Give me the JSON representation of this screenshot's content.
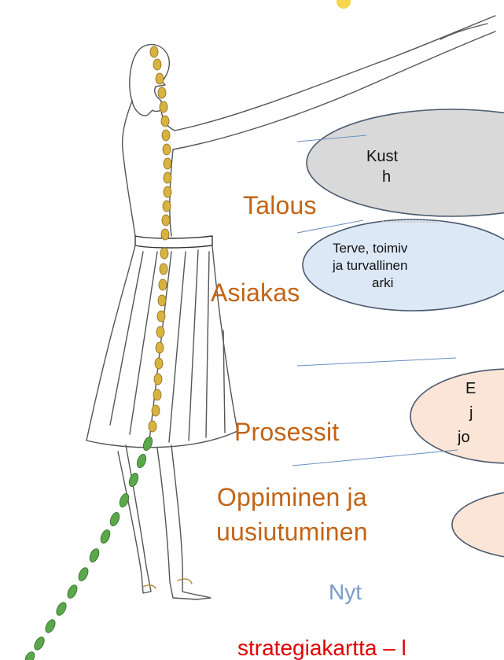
{
  "perspectives": {
    "talous": "Talous",
    "asiakas": "Asiakas",
    "prosessit": "Prosessit",
    "oppiminen_line1": "Oppiminen ja",
    "oppiminen_line2": "uusiutuminen"
  },
  "timeline_label": "Nyt",
  "bubbles": {
    "talous_line1": "Kust",
    "talous_line2": "h",
    "asiakas_line1": "Terve, toimiv",
    "asiakas_line2": "ja turvallinen",
    "asiakas_line3": "arki",
    "prosessit_line1": "E",
    "prosessit_line2": "j",
    "prosessit_line3": "jo"
  },
  "bottom_caption": "strategiakartta – l",
  "colors": {
    "perspective_label": "#c26416",
    "timeline_label": "#7a9cc6",
    "caption": "#e00000",
    "bubble_grey": "#d9d9d9",
    "bubble_blue": "#dce8f5",
    "bubble_peach": "#fbe5d6",
    "bubble_outline": "#4a5a6e",
    "braid_gold": "#d9b340",
    "braid_green": "#5aa84a"
  }
}
